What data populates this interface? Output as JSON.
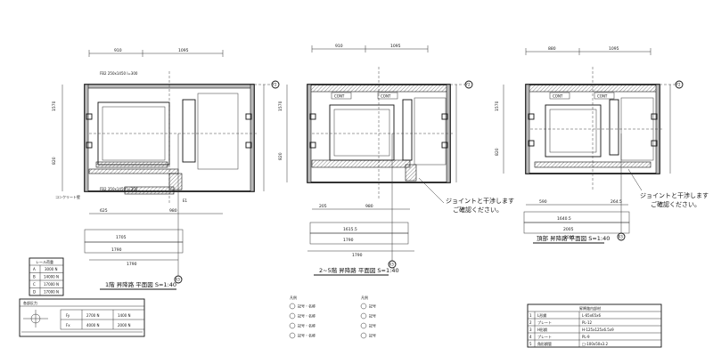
{
  "plans": [
    {
      "id": "plan-1f",
      "title": "1階 昇降路 平面図 S=1:40",
      "top_dims": [
        "910",
        "1095"
      ],
      "bottom_dims": [
        "625",
        "980"
      ],
      "inner_dims": [
        "1705",
        "1790"
      ],
      "side_dims": [
        "1570",
        "820"
      ],
      "overall_width": "1790",
      "labels": [
        "FB2 250x1450 l=300",
        "FB2 350x1450 l=300",
        "コンクリート壁",
        "E1"
      ],
      "grid_mark": "Y2",
      "axis_mark": "X3"
    },
    {
      "id": "plan-2-5f",
      "title": "2~5階 昇降路 平面図 S=1:40",
      "top_dims": [
        "910",
        "1095"
      ],
      "bottom_dims": [
        "205",
        "980"
      ],
      "inner_dims": [
        "1615.5",
        "1790"
      ],
      "side_dims": [
        "1570",
        "820"
      ],
      "overall_width": "1790",
      "labels": [
        "CONT",
        "CONT"
      ],
      "grid_mark": "Y2",
      "axis_mark": "X3",
      "note": "ジョイントと干渉します\nご確認ください。"
    },
    {
      "id": "plan-roof",
      "title": "頂部 昇降路 平面図 S=1:40",
      "top_dims": [
        "880",
        "1095"
      ],
      "bottom_dims": [
        "590",
        "264.5"
      ],
      "inner_dims": [
        "1640.5",
        "2005"
      ],
      "side_dims": [
        "1570",
        "820"
      ],
      "overall_width": "2005",
      "labels": [
        "CONT",
        "CONT"
      ],
      "grid_mark": "Y2",
      "axis_mark": "X3",
      "note": "ジョイントと干渉します\nご確認ください。"
    }
  ],
  "load_table": {
    "header": "レール荷重",
    "rows": [
      {
        "key": "A",
        "value": "3000 N"
      },
      {
        "key": "B",
        "value": "14000 N"
      },
      {
        "key": "C",
        "value": "17000 N"
      },
      {
        "key": "D",
        "value": "17000 N"
      }
    ]
  },
  "reaction_table": {
    "header": "各部反力",
    "rows": [
      {
        "a": "Fy",
        "b": "2700 N",
        "c": "1400 N"
      },
      {
        "a": "Fx",
        "b": "4000 N",
        "c": "2000 N"
      }
    ]
  },
  "legend": {
    "title": "凡例",
    "items": [
      "記号・名称",
      "記号・名称",
      "記号・名称",
      "記号・名称"
    ]
  },
  "legend2": {
    "title": "凡例",
    "items": [
      "記号",
      "記号",
      "記号",
      "記号"
    ]
  },
  "spec_table": {
    "header": "昇降路内部材",
    "rows": [
      {
        "no": "1",
        "name": "L形鋼",
        "spec": "L-65x65x6"
      },
      {
        "no": "2",
        "name": "プレート",
        "spec": "PL-12"
      },
      {
        "no": "3",
        "name": "H形鋼",
        "spec": "H-125x125x6.5x9"
      },
      {
        "no": "4",
        "name": "プレート",
        "spec": "PL-9"
      },
      {
        "no": "5",
        "name": "角形鋼管",
        "spec": "□-100x50x3.2"
      }
    ]
  }
}
